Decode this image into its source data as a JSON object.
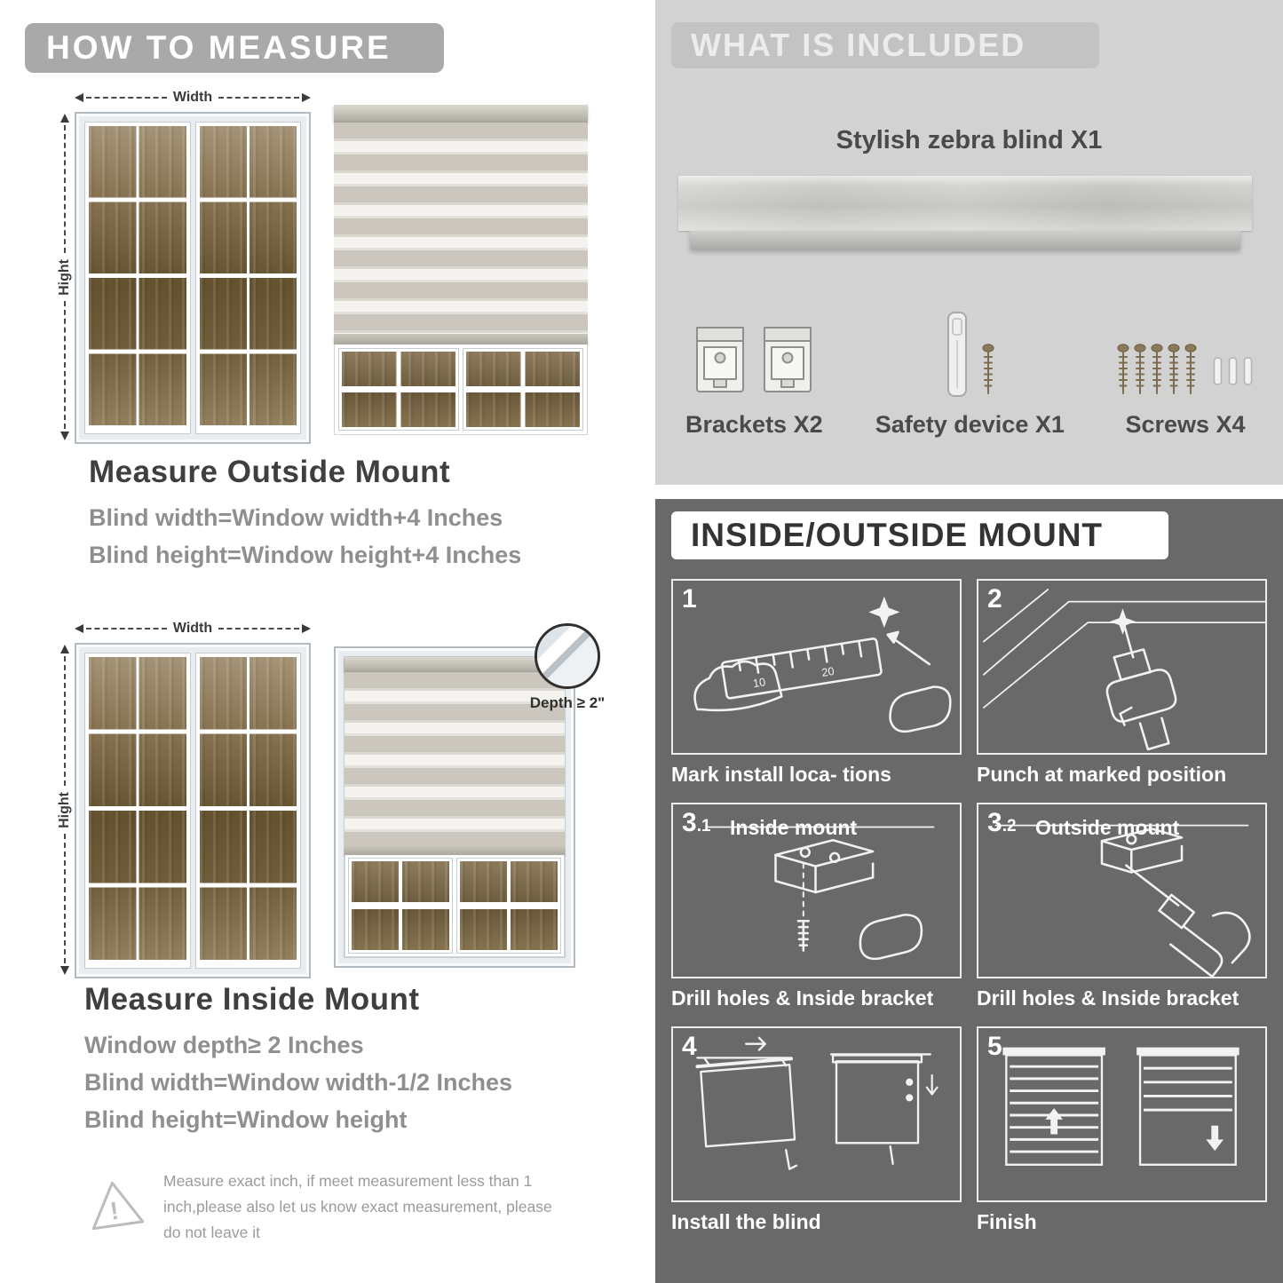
{
  "colors": {
    "left_badge_gray": "#a9a9a9",
    "included_panel_gray": "#d2d2d2",
    "included_badge_gray": "#c3c3c3",
    "mount_panel_gray": "#696969",
    "heading_dark": "#3f3f3f",
    "body_gray": "#8f8f8f"
  },
  "left": {
    "header": "HOW TO MEASURE",
    "outside": {
      "width_label": "Width",
      "height_label": "Hight",
      "title": "Measure Outside Mount",
      "lines": [
        "Blind width=Window width+4 Inches",
        "Blind height=Window height+4 Inches"
      ]
    },
    "inside": {
      "width_label": "Width",
      "height_label": "Hight",
      "depth_label": "Depth ≥ 2\"",
      "title": "Measure Inside Mount",
      "lines": [
        "Window depth≥ 2 Inches",
        "Blind width=Window width-1/2 Inches",
        "Blind height=Window height"
      ]
    },
    "warning": "Measure exact inch, if meet measurement less than 1 inch,please also let us know exact measurement, please do not leave it"
  },
  "right": {
    "included": {
      "header": "WHAT IS INCLUDED",
      "product": "Stylish zebra blind X1",
      "items": [
        {
          "name": "brackets",
          "label": "Brackets X2"
        },
        {
          "name": "safety-device",
          "label": "Safety device X1"
        },
        {
          "name": "screws",
          "label": "Screws X4"
        }
      ]
    },
    "mount": {
      "header": "INSIDE/OUTSIDE MOUNT",
      "steps": [
        {
          "num": "1",
          "caption": "Mark install loca- tions"
        },
        {
          "num": "2",
          "caption": "Punch at marked position"
        },
        {
          "num": "3",
          "sub": ".1",
          "title": "Inside mount",
          "caption": "Drill holes & Inside bracket"
        },
        {
          "num": "3",
          "sub": ".2",
          "title": "Outside mount",
          "caption": "Drill holes & Inside bracket"
        },
        {
          "num": "4",
          "caption": "Install the blind"
        },
        {
          "num": "5",
          "caption": "Finish"
        }
      ]
    }
  }
}
